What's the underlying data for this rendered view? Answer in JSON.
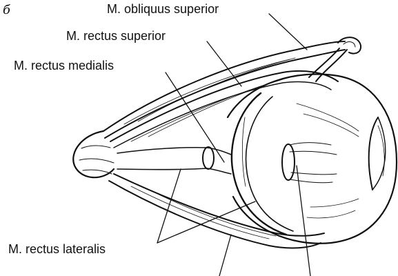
{
  "figure": {
    "panel_letter": "б",
    "labels": {
      "obliquus_superior": "M. obliquus superior",
      "rectus_superior": "M. rectus superior",
      "rectus_medialis": "M. rectus medialis",
      "rectus_lateralis": "M. rectus lateralis"
    }
  },
  "colors": {
    "ink": "#111111",
    "paper": "#ffffff",
    "shade": "#555555"
  }
}
